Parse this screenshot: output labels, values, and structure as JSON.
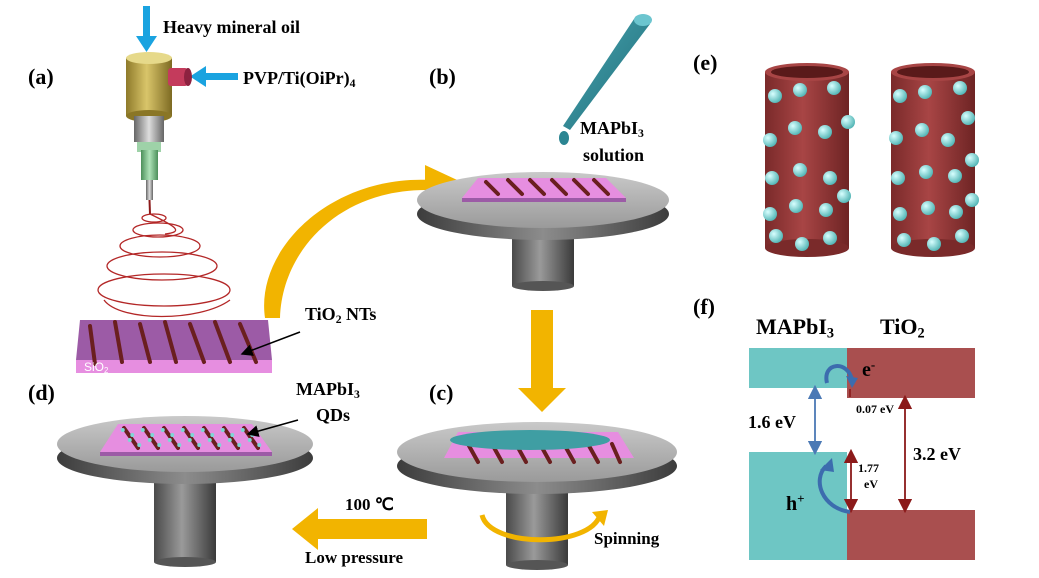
{
  "panels": {
    "a": "(a)",
    "b": "(b)",
    "c": "(c)",
    "d": "(d)",
    "e": "(e)",
    "f": "(f)"
  },
  "labels": {
    "heavy_mineral_oil": "Heavy mineral oil",
    "pvp_main": "PVP/Ti(OiPr)",
    "pvp_sub": "4",
    "mapbi3_solution_main": "MAPbI",
    "mapbi3_solution_sub": "3",
    "solution": "solution",
    "tio2_nts_main": "TiO",
    "tio2_nts_sub": "2",
    "tio2_nts_tail": " NTs",
    "sio2_main": "SiO",
    "sio2_sub": "2",
    "mapbi3_qds_main": "MAPbI",
    "mapbi3_qds_sub": "3",
    "qds": "QDs",
    "temperature": "100 ℃",
    "low_pressure": "Low pressure",
    "spinning": "Spinning"
  },
  "band_diagram": {
    "left_material_main": "MAPbI",
    "left_material_sub": "3",
    "right_material_main": "TiO",
    "right_material_sub": "2",
    "electron": "e",
    "electron_sup": "-",
    "hole": "h",
    "hole_sup": "+",
    "gap_left": "1.6 eV",
    "offset_cb": "0.07 eV",
    "offset_vb_value": "1.77",
    "offset_vb_unit": "eV",
    "gap_right": "3.2 eV"
  },
  "colors": {
    "arrow_blue": "#1aa3e0",
    "arrow_orange": "#f2b400",
    "substrate_pink": "#e68ee0",
    "substrate_purple": "#9c5ba6",
    "nanotube_red": "#9a3a3a",
    "qd_cyan": "#7fd6d6",
    "band_teal": "#6ec6c4",
    "band_red": "#a94f4f",
    "platform_gray": "#8a8a8a",
    "dark_arrow": "#8b1a1a"
  }
}
